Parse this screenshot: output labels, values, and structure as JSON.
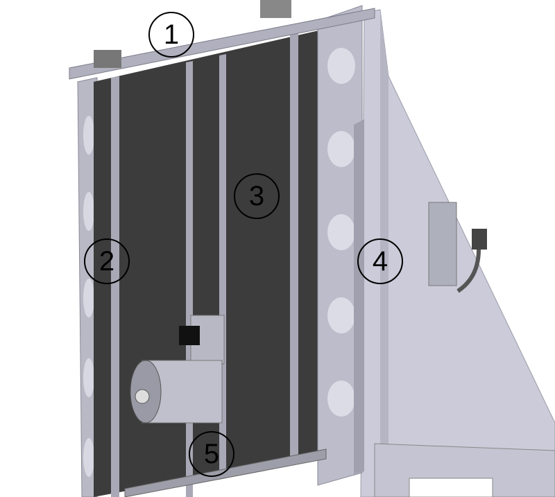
{
  "callouts": [
    {
      "label": "1"
    },
    {
      "label": "2"
    },
    {
      "label": "3"
    },
    {
      "label": "4"
    },
    {
      "label": "5"
    }
  ],
  "colors": {
    "panel": "#3c3c3c",
    "frame": "#b9b9c6",
    "plate": "#cbcbd9",
    "rail": "#a8a8b6"
  }
}
